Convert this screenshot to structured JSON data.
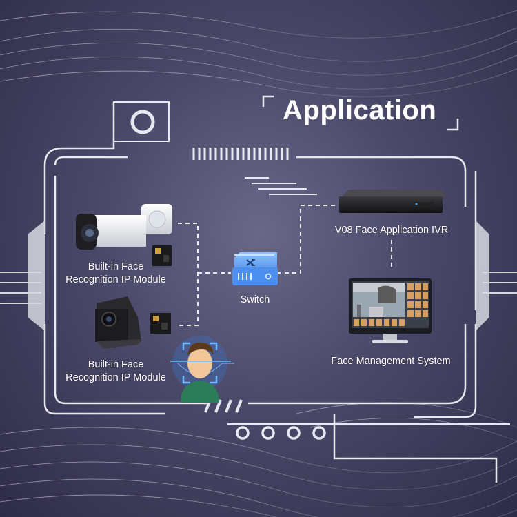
{
  "title": "Application",
  "devices": {
    "camera1": {
      "label_line1": "Built-in Face",
      "label_line2": "Recognition IP Module"
    },
    "camera2": {
      "label_line1": "Built-in Face",
      "label_line2": "Recognition IP Module"
    },
    "switch": {
      "label": "Switch"
    },
    "ivr": {
      "label": "V08 Face Application IVR"
    },
    "monitor": {
      "label": "Face Management System"
    }
  },
  "colors": {
    "frame": "#e8e8f0",
    "accent": "#3a7bd5",
    "background": "#4a4868"
  }
}
